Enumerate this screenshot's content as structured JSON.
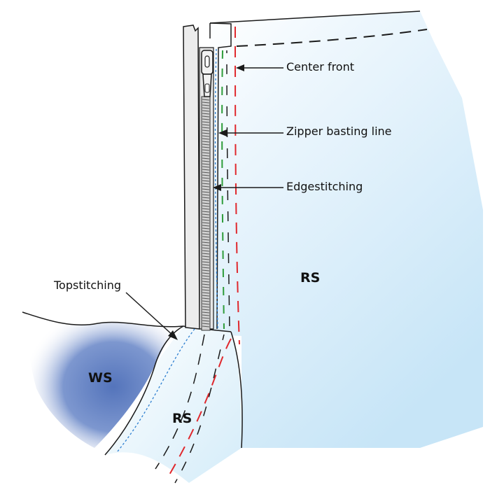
{
  "labels": {
    "center_front": "Center front",
    "zipper_basting": "Zipper basting line",
    "edgestitching": "Edgestitching",
    "topstitching": "Topstitching"
  },
  "regions": {
    "rs_main": "RS",
    "rs_flap": "RS",
    "ws": "WS"
  },
  "colors": {
    "fabric_light": "#cfe9f8",
    "ws_dark": "#5b7ec1",
    "stitch_red": "#e0282d",
    "stitch_green": "#2e9c3a",
    "stitch_blue": "#2e7fd0",
    "outline": "#1a1a1a"
  }
}
